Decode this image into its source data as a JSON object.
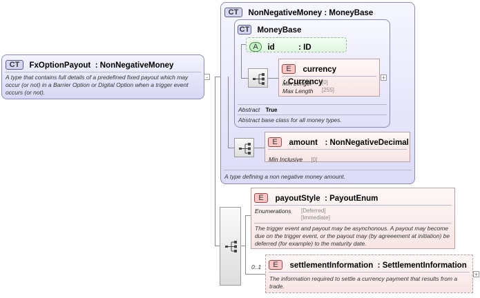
{
  "root": {
    "badge": "CT",
    "name": "FxOptionPayout",
    "type": ": NonNegativeMoney",
    "description": "A type that contains full details of a predefined fixed payout which may occur (or not) in a Barrier Option or Digital Option when a trigger event occurs (or not)."
  },
  "nonneg": {
    "badge": "CT",
    "title": "NonNegativeMoney : MoneyBase",
    "description": "A type defining a non negative money amount."
  },
  "moneybase": {
    "badge": "CT",
    "title": "MoneyBase",
    "abstract_label": "Abstract",
    "abstract_value": "True",
    "description": "Abstract base class for all money types."
  },
  "id_attr": {
    "badge": "A",
    "name": "id",
    "type": ": ID"
  },
  "currency": {
    "badge": "E",
    "name": "currency",
    "type": ": Currency",
    "min_length_label": "Min Length",
    "min_length_value": "[0]",
    "max_length_label": "Max Length",
    "max_length_value": "[255]"
  },
  "amount": {
    "badge": "E",
    "name": "amount",
    "type": ": NonNegativeDecimal",
    "min_inclusive_label": "Min Inclusive",
    "min_inclusive_value": "[0]"
  },
  "payout_style": {
    "badge": "E",
    "name": "payoutStyle",
    "type": ": PayoutEnum",
    "enum_label": "Enumerations",
    "enum_values": [
      "[Deferred]",
      "[Immediate]"
    ],
    "description": "The trigger event and payout may be asynchonous. A payout may become due on the trigger event, or the payout may (by agreeement at initiation) be deferred (for example) to the maturity date."
  },
  "settlement": {
    "badge": "E",
    "name": "settlementInformation",
    "type": ": SettlementInformation",
    "cardinality": "0..1",
    "description": "The information required to settle a currency payment that results from a trade."
  },
  "expand_symbol": "+",
  "collapse_symbol": "-"
}
